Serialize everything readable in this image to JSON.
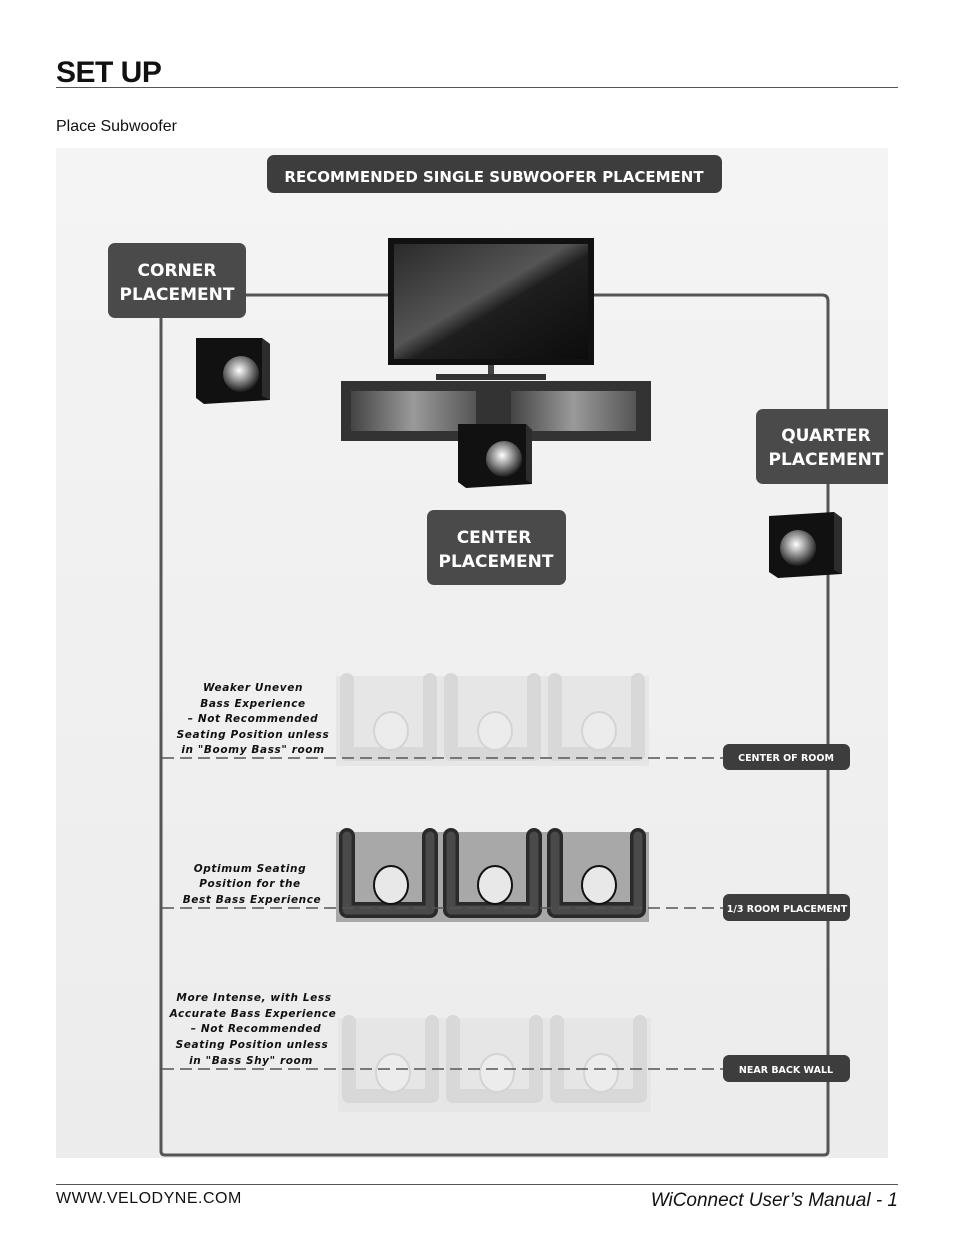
{
  "header": {
    "title": "SET UP",
    "section": "Place Subwoofer"
  },
  "diagram": {
    "banner": "RECOMMENDED SINGLE SUBWOOFER PLACEMENT",
    "corner_label": [
      "CORNER",
      "PLACEMENT"
    ],
    "quarter_label": [
      "QUARTER",
      "PLACEMENT"
    ],
    "center_label": [
      "CENTER",
      "PLACEMENT"
    ],
    "rows": [
      {
        "tag": "CENTER OF ROOM",
        "note": [
          "Weaker Uneven",
          "Bass Experience",
          "– Not Recommended",
          "Seating Position unless",
          "in \"Boomy Bass\" room"
        ]
      },
      {
        "tag": "1/3 ROOM PLACEMENT",
        "note": [
          "Optimum Seating",
          "Position for the",
          "Best Bass Experience"
        ]
      },
      {
        "tag": "NEAR BACK WALL",
        "note": [
          "More Intense, with Less",
          "Accurate Bass Experience",
          "– Not Recommended",
          "Seating Position unless",
          "in \"Bass Shy\" room"
        ]
      }
    ]
  },
  "footer": {
    "website": "WWW.VELODYNE.COM",
    "manual": "WiConnect User’s Manual - 1"
  },
  "colors": {
    "label_box": "#4a4a4a",
    "room_line": "#555555",
    "seat_faded": "#dcdcdc",
    "seat_active": "#333333"
  }
}
